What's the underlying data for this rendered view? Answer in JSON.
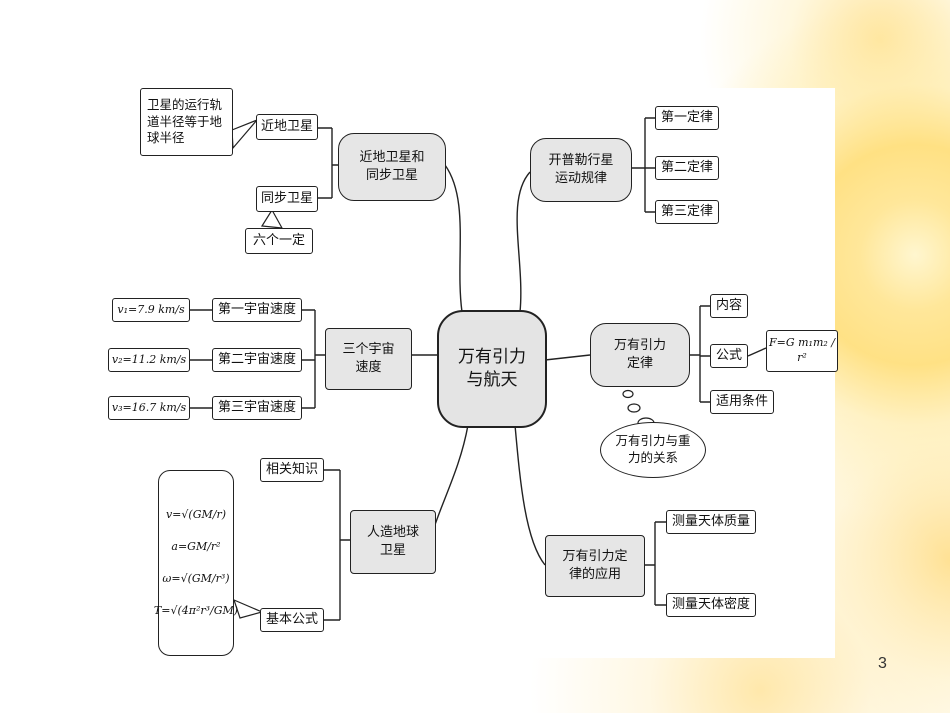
{
  "center": "万有引力\n与航天",
  "branches": {
    "near_sync": "近地卫星和\n同步卫星",
    "near": "近地卫星",
    "near_note": "卫星的运行轨\n道半径等于地\n球半径",
    "sync": "同步卫星",
    "sync_note": "六个一定",
    "kepler": "开普勒行星\n运动规律",
    "law1": "第一定律",
    "law2": "第二定律",
    "law3": "第三定律",
    "cosmic": "三个宇宙\n速度",
    "v1": "第一宇宙速度",
    "v2": "第二宇宙速度",
    "v3": "第三宇宙速度",
    "v1_val": "v₁=7.9  km/s",
    "v2_val": "v₂=11.2  km/s",
    "v3_val": "v₃=16.7  km/s",
    "gravity": "万有引力\n定律",
    "content": "内容",
    "formula": "公式",
    "formula_val": "F=G m₁m₂ / r²",
    "conditions": "适用条件",
    "gravity_weight": "万有引力与重\n力的关系",
    "satellite": "人造地球\n卫星",
    "related": "相关知识",
    "basic": "基本公式",
    "formulas": "v=√(GM/r)\na=GM/r²\nω=√(GM/r³)\nT=√(4π²r³/GM)",
    "application": "万有引力定\n律的应用",
    "mass": "测量天体质量",
    "density": "测量天体密度"
  },
  "page_number": "3"
}
